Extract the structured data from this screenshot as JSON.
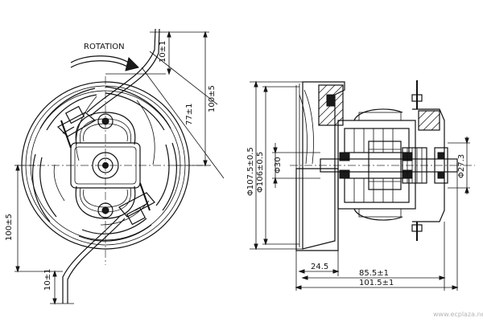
{
  "front_view": {
    "rotation_label": "ROTATION",
    "dim_top_offset": "10±1",
    "dim_height_from_center": "77±1",
    "dim_overall_height": "100±5",
    "dim_left_height": "100±5",
    "dim_bottom_offset": "10±1"
  },
  "side_view": {
    "dim_dia_outer": "Φ107.5±0.5",
    "dim_dia_mid": "Φ106±0.5",
    "dim_dia_inner": "Φ30",
    "dim_shaft_dia": "Φ27.3",
    "dim_fan_depth": "24.5",
    "dim_motor_length": "85.5±1",
    "dim_total_length": "101.5±1"
  },
  "watermark": "www.ecplaza.net"
}
